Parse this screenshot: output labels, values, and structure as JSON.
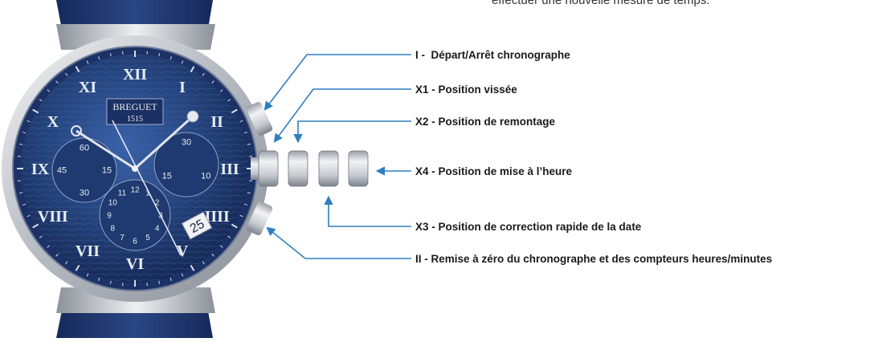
{
  "caption": "effectuer une nouvelle mesure de temps.",
  "colors": {
    "accent_blue": "#2e7fc1",
    "dial_blue": "#24427a",
    "strap_blue": "#1e3467",
    "steel": "#c9ccd1",
    "label_text": "#1a1a1a"
  },
  "brand": {
    "name": "BREGUET",
    "number": "1515"
  },
  "dial": {
    "date": "25",
    "roman_numerals": [
      "XII",
      "I",
      "II",
      "III",
      "IIII",
      "V",
      "VI",
      "VII",
      "VIII",
      "IX",
      "X",
      "XI"
    ],
    "left_subdial_marks": [
      "60",
      "15",
      "30",
      "45"
    ],
    "right_subdial_marks": [
      "30",
      "10",
      "15"
    ],
    "bottom_subdial_marks": [
      "12",
      "1",
      "2",
      "3",
      "4",
      "5",
      "6",
      "7",
      "8",
      "9",
      "10",
      "11"
    ]
  },
  "callouts": [
    {
      "id": "pusher-start-stop",
      "label": "I -  Départ/Arrêt chronographe"
    },
    {
      "id": "crown-screwed",
      "label": "X1 - Position vissée"
    },
    {
      "id": "crown-winding",
      "label": "X2 - Position de remontage"
    },
    {
      "id": "crown-time-setting",
      "label": "X4 - Position de mise à l’heure"
    },
    {
      "id": "crown-date-correction",
      "label": "X3 - Position de correction rapide de la date"
    },
    {
      "id": "pusher-reset",
      "label": "II - Remise à zéro du chronographe et des compteurs heures/minutes"
    }
  ]
}
